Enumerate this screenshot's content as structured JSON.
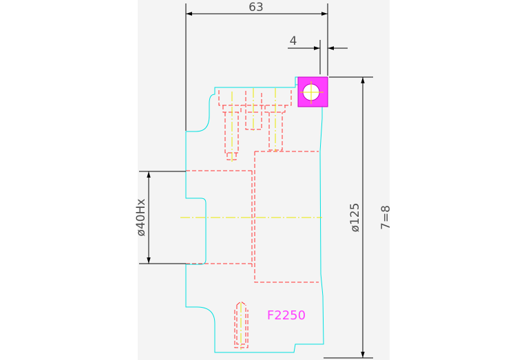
{
  "drawing": {
    "dimensions": {
      "width": "63",
      "offset": "4",
      "bore": "ø40Hx",
      "outer_diameter": "ø125",
      "spec": "7=8"
    },
    "part_number": "F2250",
    "colors": {
      "background": "#f4f4f4",
      "outline": "#00e0e0",
      "hidden_lines": "#ff3030",
      "centerline": "#e8e800",
      "dimension_lines": "#000000",
      "dimension_text": "#4d4d4d",
      "highlight": "#ff40ff"
    }
  }
}
